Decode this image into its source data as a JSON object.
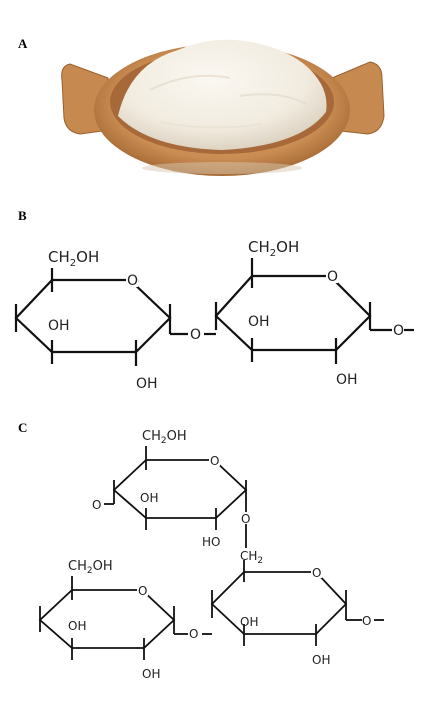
{
  "panels": {
    "a": {
      "label": "A"
    },
    "b": {
      "label": "B"
    },
    "c": {
      "label": "C"
    }
  },
  "chem": {
    "b_ring1_ch2oh": "CH",
    "b_ring1_ch2oh_sub": "2",
    "b_ring1_ch2oh_tail": "OH",
    "b_ring1_o": "O",
    "b_ring1_oh_in": "OH",
    "b_ring1_oh_bottom": "OH",
    "b_link_o": "O",
    "b_ring2_ch2oh": "CH",
    "b_ring2_ch2oh_sub": "2",
    "b_ring2_ch2oh_tail": "OH",
    "b_ring2_o": "O",
    "b_ring2_oh_in": "OH",
    "b_ring2_oh_bottom": "OH",
    "b_end_o": "O",
    "c_top_ch2oh": "CH",
    "c_top_ch2oh_sub": "2",
    "c_top_ch2oh_tail": "OH",
    "c_top_o": "O",
    "c_top_left_o": "O",
    "c_top_oh_in": "OH",
    "c_top_ho": "HO",
    "c_top_link_o": "O",
    "c_ch2": "CH",
    "c_ch2_sub": "2",
    "c_bl_ch2oh": "CH",
    "c_bl_ch2oh_sub": "2",
    "c_bl_ch2oh_tail": "OH",
    "c_bl_o": "O",
    "c_bl_oh_in": "OH",
    "c_bl_oh_bottom": "OH",
    "c_link_o": "O",
    "c_br_o": "O",
    "c_br_oh_in": "OH",
    "c_br_oh_bottom": "OH",
    "c_end_o": "O"
  },
  "colors": {
    "bowl_wood": "#c98c52",
    "bowl_dark": "#9a5f2c",
    "bowl_light": "#e0ad74",
    "flour": "#f4efe6",
    "flour_shadow": "#ddd3c2",
    "line": "#111111"
  }
}
